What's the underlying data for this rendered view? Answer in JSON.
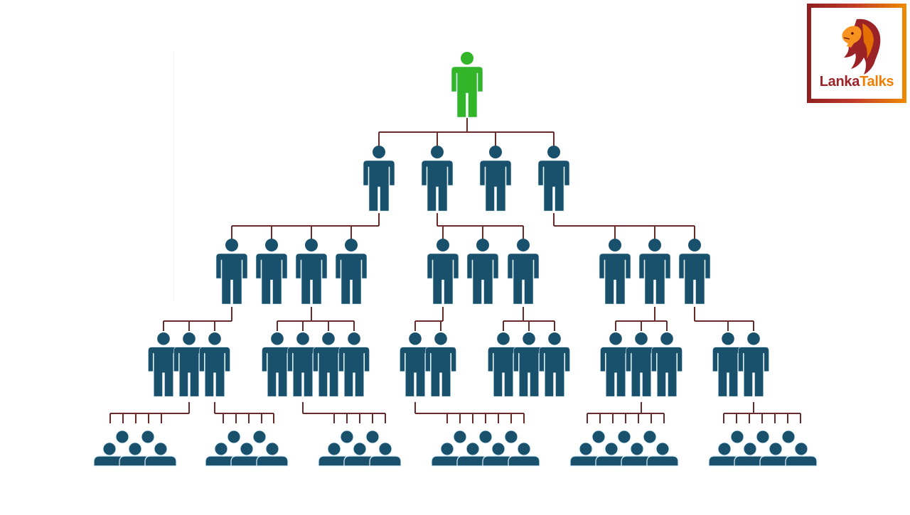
{
  "logo": {
    "brand_part1": "Lanka",
    "brand_part2": "Talks",
    "icon": "lion-head-icon"
  },
  "colors": {
    "root_person": "#33b52a",
    "person": "#19506b",
    "connector": "#6b2a2a",
    "logo_red": "#9b2226",
    "logo_orange": "#f07d00"
  },
  "diagram": {
    "type": "hierarchy-pyramid",
    "description": "Multi-level network / pyramid structure: one recruiter branching to progressively larger groups",
    "levels": [
      {
        "level": 0,
        "count": 1,
        "style": "single-green"
      },
      {
        "level": 1,
        "count": 4,
        "style": "single"
      },
      {
        "level": 2,
        "groups": [
          4,
          3,
          3
        ],
        "style": "single"
      },
      {
        "level": 3,
        "groups": [
          3,
          4,
          2,
          3,
          3,
          2
        ],
        "style": "cluster"
      },
      {
        "level": 4,
        "groups": [
          5,
          5,
          5,
          7,
          7,
          7
        ],
        "style": "crowd"
      }
    ]
  }
}
